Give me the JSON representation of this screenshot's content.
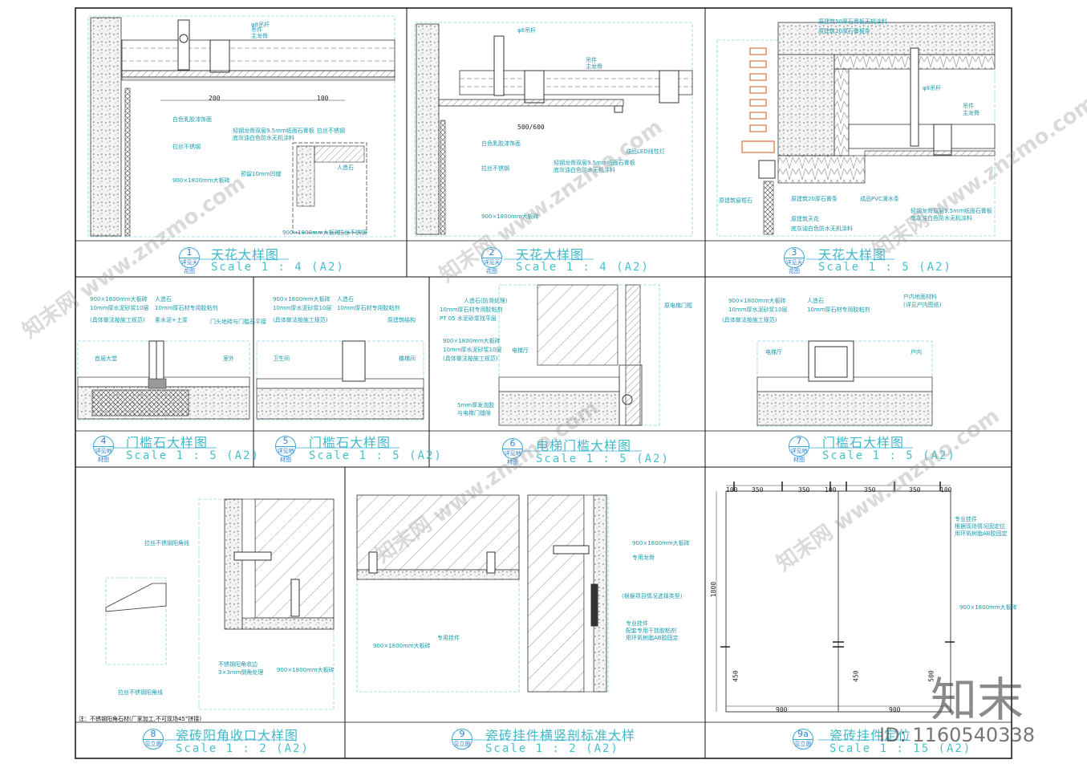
{
  "details": [
    {
      "id": "1",
      "sub": "详见天花图",
      "title": "天花大样图",
      "scale": "Scale 1 : 4 (A2)"
    },
    {
      "id": "2",
      "sub": "详见天花图",
      "title": "天花大样图",
      "scale": "Scale 1 : 4 (A2)"
    },
    {
      "id": "3",
      "sub": "详见天花图",
      "title": "天花大样图",
      "scale": "Scale 1 : 5 (A2)"
    },
    {
      "id": "4",
      "sub": "详见地材图",
      "title": "门槛石大样图",
      "scale": "Scale 1 : 5 (A2)"
    },
    {
      "id": "5",
      "sub": "详见地材图",
      "title": "门槛石大样图",
      "scale": "Scale 1 : 5 (A2)"
    },
    {
      "id": "6",
      "sub": "详见地材图",
      "title": "电梯门槛大样图",
      "scale": "Scale 1 : 5 (A2)"
    },
    {
      "id": "7",
      "sub": "详见地材图",
      "title": "门槛石大样图",
      "scale": "Scale 1 : 5 (A2)"
    },
    {
      "id": "8",
      "sub": "见立面",
      "title": "瓷砖阳角收口大样图",
      "scale": "Scale 1 : 2 (A2)"
    },
    {
      "id": "9",
      "sub": "见立面",
      "title": "瓷砖挂件横竖剖标准大样",
      "scale": "Scale 1 : 2 (A2)"
    },
    {
      "id": "9a",
      "sub": "见立面",
      "title": "瓷砖挂件定位",
      "scale": "Scale 1 : 15 (A2)"
    }
  ],
  "labels": {
    "d1": [
      "φ8吊杆",
      "吊件",
      "主龙骨",
      "白色乳胶漆饰面",
      "轻钢龙骨双层9.5mm纸面石膏板",
      "底灰油白色防水无机涂料",
      "拉丝不锈钢",
      "900×1800mm大板砖",
      "预留10mm凹缝",
      "人造石",
      "200",
      "100"
    ],
    "d2": [
      "φ8吊杆",
      "吊件",
      "主龙骨",
      "白色乳胶漆饰面",
      "拉丝不锈钢",
      "轻钢龙骨双层9.5mm纸面石膏板",
      "底灰油白色防水无机涂料",
      "成品LED线性灯",
      "900×1800mm大板砖",
      "500/600"
    ],
    "d3": [
      "原建筑50厚石膏板无机涂料",
      "原建筑20厚石膏板条",
      "φ8吊杆",
      "吊件",
      "主龙骨",
      "原建筑窗框石",
      "原建筑20厚石膏条",
      "成品PVC滴水条",
      "原建筑天花",
      "轻钢龙骨双层9.5mm纸面石膏板",
      "底灰油白色防水无机涂料"
    ],
    "d4": [
      "900×1800mm大板砖",
      "10mm厚水泥砂浆10层",
      "(具体做法按施工规范)",
      "人造石",
      "10mm厚石材专用胶粘剂",
      "素水泥+土浆",
      "门头地砖与门槛石平接",
      "首层大堂",
      "室外"
    ],
    "d5": [
      "900×1800mm大板砖",
      "10mm厚水泥砂浆10层",
      "(具体做法按施工规范)",
      "人造石",
      "10mm厚石材专用胶粘剂",
      "原建筑结构",
      "卫生间",
      "楼梯间"
    ],
    "d6": [
      "人造石(防滑处理)",
      "10mm厚石材专用胶粘剂",
      "PT 05 水泥砂浆找平层",
      "900×1800mm大板砖",
      "10mm厚水泥砂浆10层",
      "(具体做法按施工规范)",
      "原电梯门框",
      "电梯厅",
      "5mm厚发泡胶",
      "与电梯门缝隙"
    ],
    "d7": [
      "900×1800mm大板砖",
      "10mm厚水泥砂浆10层",
      "(具体做法按施工规范)",
      "人造石",
      "10mm厚石材专用胶粘剂",
      "户内地面材料",
      "(详见户内图纸)",
      "电梯厅",
      "户内"
    ],
    "d8": [
      "拉丝不锈钢阳角线",
      "不锈钢阳角收边",
      "3×3mm倒角处理",
      "900×1800mm大板砖",
      "拉丝不锈钢阳角线",
      "注：不锈钢阳角石材(厂家加工,不可现场45°拼接)"
    ],
    "d9": [
      "900×1800mm大板砖",
      "专用挂件",
      "专用龙骨",
      "(根据项目情况选择类型)",
      "专业挂件",
      "配套专用干挂胶粘剂",
      "用环氧树脂AB胶固定",
      "900×1800mm大板砖"
    ],
    "d9a": [
      "专业挂件",
      "根据现场情况固定位",
      "用环氧树脂AB胶固定",
      "900×1800mm大板砖",
      "350",
      "100",
      "1800",
      "450",
      "900",
      "500"
    ]
  },
  "watermarks": [
    "知末网 www.znzmo.com"
  ],
  "logo_text": "知末",
  "image_id": "ID: 1160540338"
}
